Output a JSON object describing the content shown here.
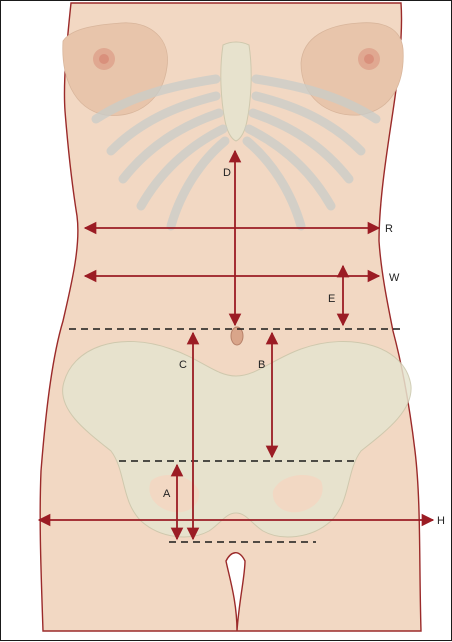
{
  "colors": {
    "arrow": "#9b1c24",
    "skin": "#f2d8c3",
    "skin_shadow": "#e8c5ab",
    "outline": "#9b2a2a",
    "bone": "#e6e4cf",
    "bone_edge": "#c9c6aa",
    "rib": "#c8ccc8",
    "nipple": "#d9907c"
  },
  "labels": {
    "A": "A",
    "B": "B",
    "C": "C",
    "D": "D",
    "E": "E",
    "H": "H",
    "R": "R",
    "W": "W"
  }
}
